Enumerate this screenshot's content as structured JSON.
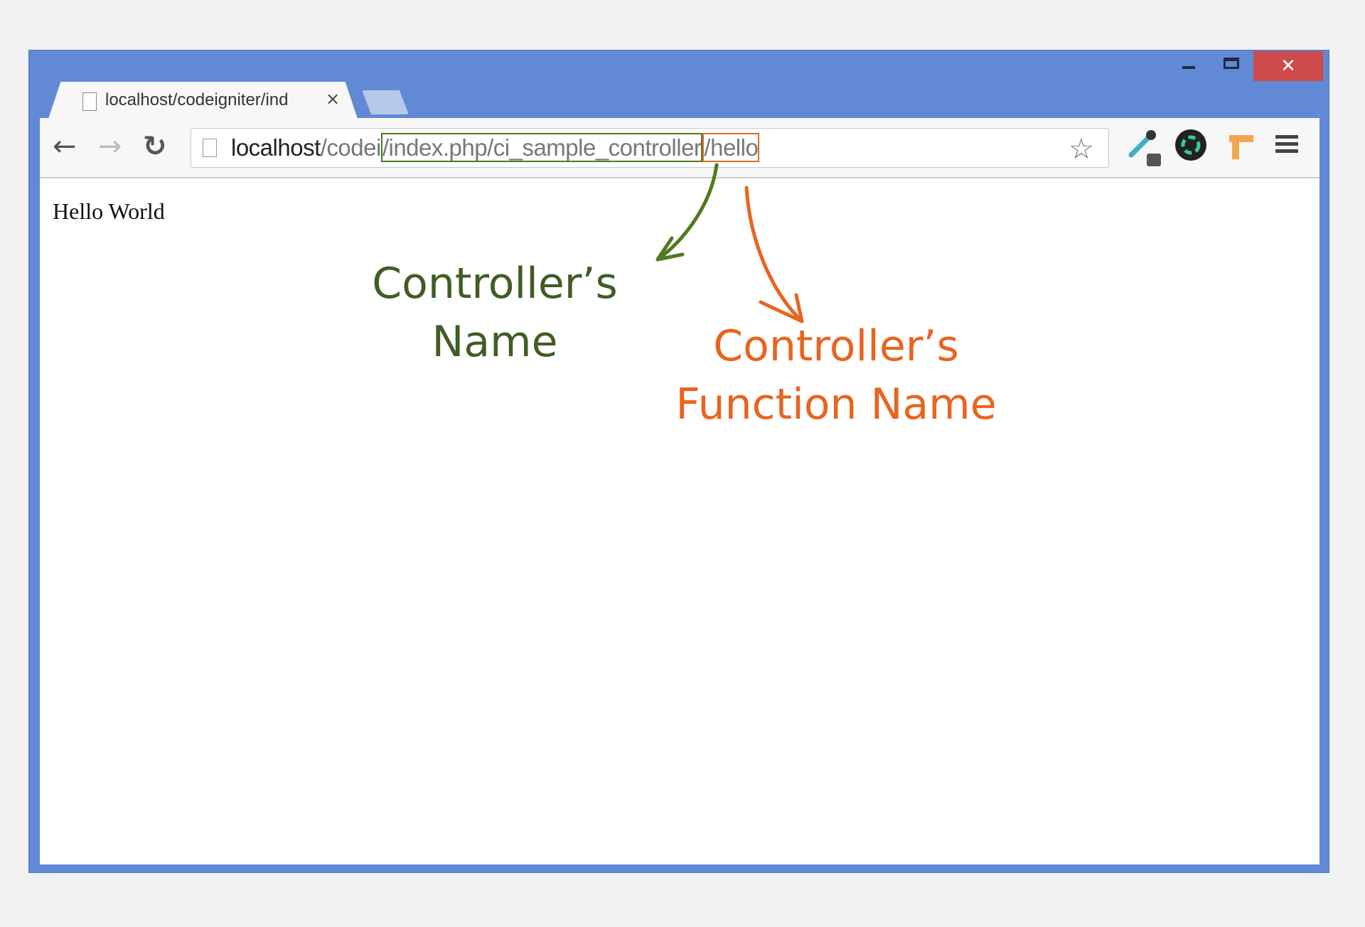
{
  "window": {
    "close_icon": "close-icon",
    "minimize_icon": "minimize-icon",
    "maximize_icon": "maximize-icon"
  },
  "tab": {
    "title": "localhost/codeigniter/ind",
    "close": "×"
  },
  "toolbar": {
    "back": "←",
    "forward": "→",
    "reload": "↻",
    "star": "☆"
  },
  "address": {
    "host": "localhost",
    "prefix": "/codei",
    "controller_path": "/index.php/ci_sample_controller",
    "function_path": "/hello"
  },
  "page": {
    "text": "Hello World"
  },
  "annotations": {
    "controller_line1": "Controller’s",
    "controller_line2": "Name",
    "function_line1": "Controller’s",
    "function_line2": "Function Name",
    "green": "#3f5d24",
    "orange": "#e8641f"
  },
  "colors": {
    "titlebar": "#6189d5",
    "close": "#cf4a4a"
  }
}
